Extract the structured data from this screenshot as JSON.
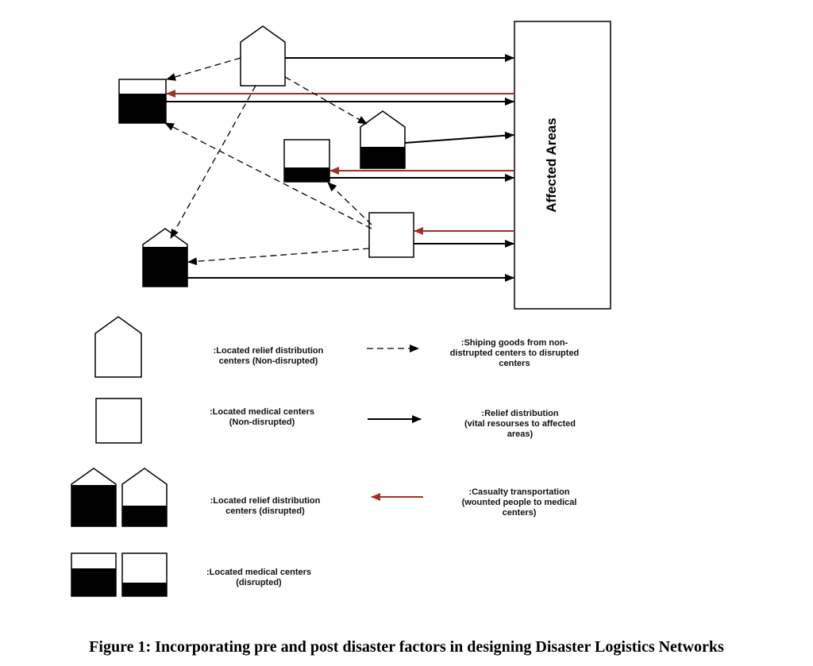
{
  "affected_areas_label": "Affected Areas",
  "legend": {
    "relief_non_disrupted": ":Located relief distribution\ncenters (Non-disrupted)",
    "medical_non_disrupted": ":Located medical centers\n(Non-disrupted)",
    "relief_disrupted": ":Located relief distribution\ncenters    (disrupted)",
    "medical_disrupted": ":Located medical centers\n(disrupted)",
    "shipping": ":Shiping goods from non-\ndistrupted centers to disrupted\ncenters",
    "relief_distribution": ":Relief distribution\n(vital resourses to affected\nareas)",
    "casualty": ":Casualty transportation\n(wounted people to medical\ncenters)"
  },
  "caption": "Figure 1: Incorporating pre and post disaster factors in designing Disaster Logistics Networks",
  "colors": {
    "line": "#000000",
    "casualty_arrow": "#a0302a",
    "fill_disrupted": "#000000",
    "background": "#ffffff"
  }
}
